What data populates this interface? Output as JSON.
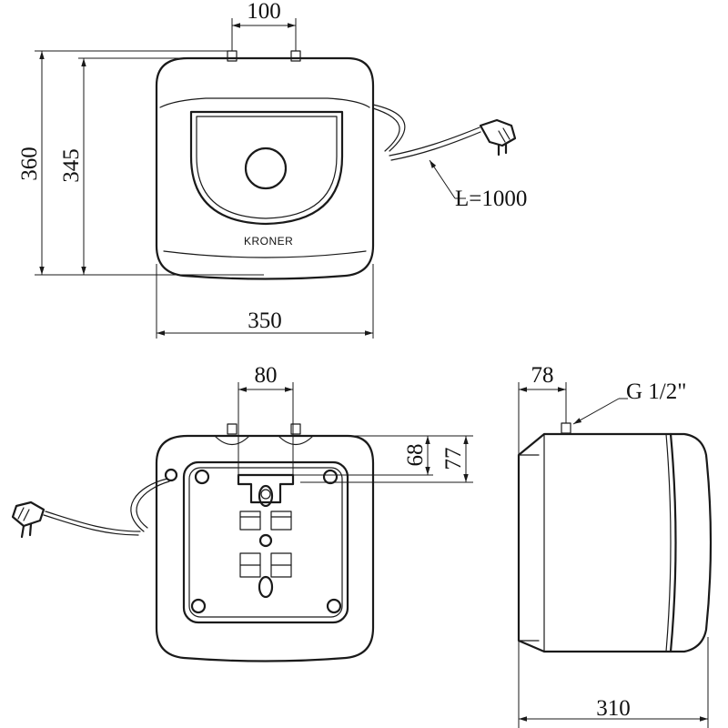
{
  "brand": "KRONER",
  "front_view": {
    "top_spacing": "100",
    "height_total": "360",
    "height_body": "345",
    "width": "350",
    "cable_length": "L=1000"
  },
  "bottom_view": {
    "pipe_spacing": "80",
    "offset_inner": "68",
    "offset_outer": "77"
  },
  "side_view": {
    "pipe_offset": "78",
    "thread": "G 1/2\"",
    "depth": "310"
  },
  "colors": {
    "line": "#1a1a1a",
    "background": "#ffffff"
  }
}
